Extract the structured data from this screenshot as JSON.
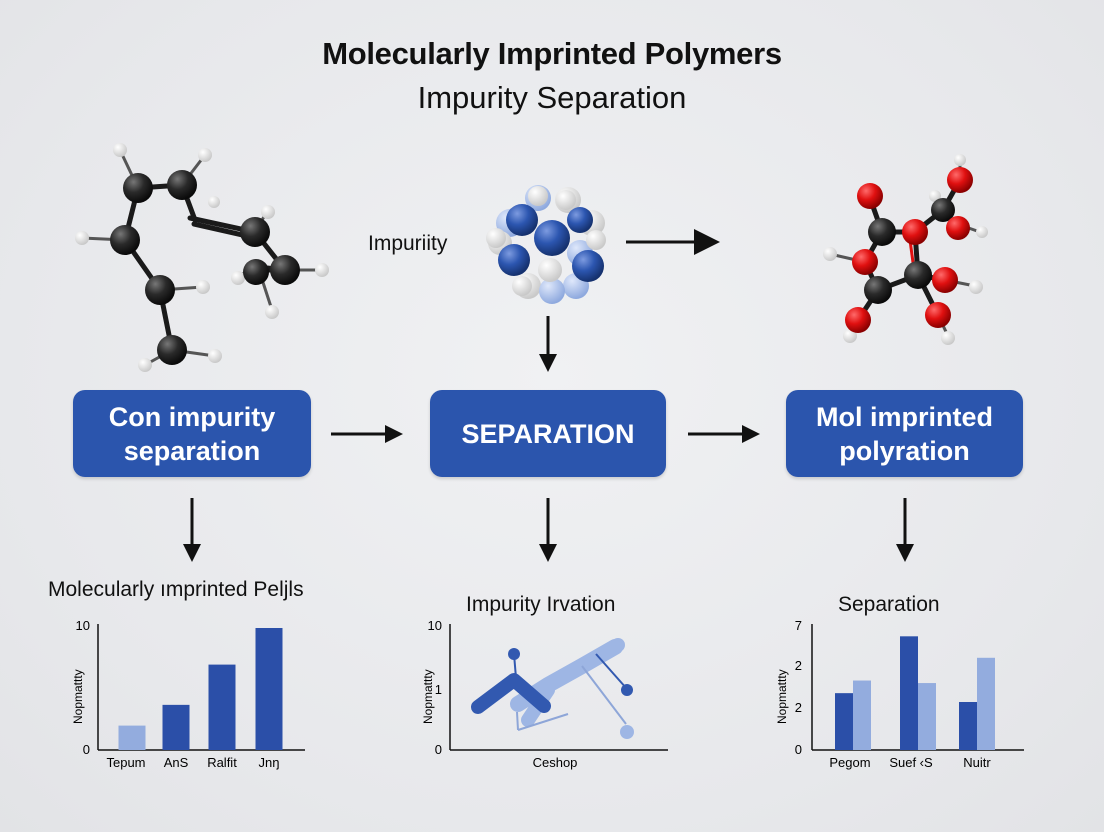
{
  "title": {
    "line1": "Molecularly Imprinted Polymers",
    "line2": "Impurity Separation"
  },
  "labels": {
    "impurity": "Impuriity"
  },
  "boxes": [
    {
      "text": "Con impurity\nseparation"
    },
    {
      "text": "SEPARATION"
    },
    {
      "text": "Mol imprinted\npolyration"
    }
  ],
  "colors": {
    "box_fill": "#2b55ad",
    "bar_dark": "#2b4fa8",
    "bar_light": "#93acde",
    "oxygen": "#e01010",
    "carbon": "#222222",
    "hydrogen": "#f2f2f2"
  },
  "chart_data": [
    {
      "type": "bar",
      "title": "Molecularly ımprinted Peljls",
      "ylabel": "Nopmattty",
      "yticks": [
        "10",
        "0"
      ],
      "ylim": [
        0,
        10
      ],
      "categories": [
        "Tepum",
        "AnS",
        "Ralfit",
        "Jnŋ"
      ],
      "series": [
        {
          "values": [
            2,
            3.7,
            7,
            10
          ]
        }
      ]
    },
    {
      "type": "line",
      "title": "Impurity Irvation",
      "ylabel": "Nopmattty",
      "xlabel": "Ceshop",
      "yticks": [
        "10",
        "1",
        "0"
      ]
    },
    {
      "type": "bar",
      "title": "Separation",
      "ylabel": "Nopmattty",
      "yticks": [
        "7",
        "2",
        "2",
        "0"
      ],
      "categories": [
        "Pegom",
        "Suef ‹S",
        "Nuitr"
      ],
      "series": [
        {
          "values": [
            4.5,
            9.0,
            3.8
          ]
        },
        {
          "values": [
            5.5,
            5.3,
            7.3
          ]
        }
      ]
    }
  ]
}
